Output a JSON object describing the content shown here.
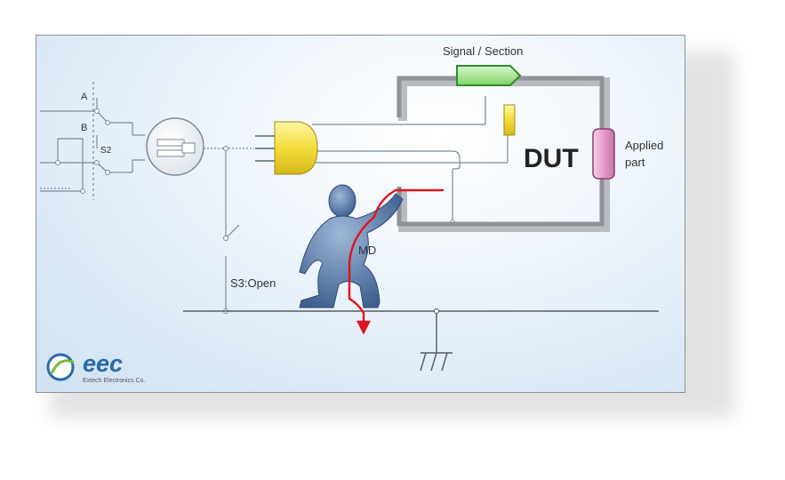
{
  "diagram": {
    "signal_section_label": "Signal / Section",
    "switch_a_label": "A",
    "switch_b_label": "B",
    "switch_s2_label": "S2",
    "dut_label": "DUT",
    "applied_part_line1": "Applied",
    "applied_part_line2": "part",
    "md_label": "MD",
    "s3_label": "S3:Open"
  },
  "logo": {
    "brand": "eec",
    "company": "Extech Electronics Co."
  },
  "colors": {
    "panel_border": "#8e9296",
    "wire": "#7d8a96",
    "dut_frame": "#8f9398",
    "signal_fill": "#9fe08a",
    "signal_stroke": "#2e8b2e",
    "plug_fill": "#f3dc3a",
    "applied_part_fill": "#e9a8d0",
    "leakage_path": "#e0141b",
    "person": "#4f6e99",
    "brand": "#2a6aa8"
  }
}
